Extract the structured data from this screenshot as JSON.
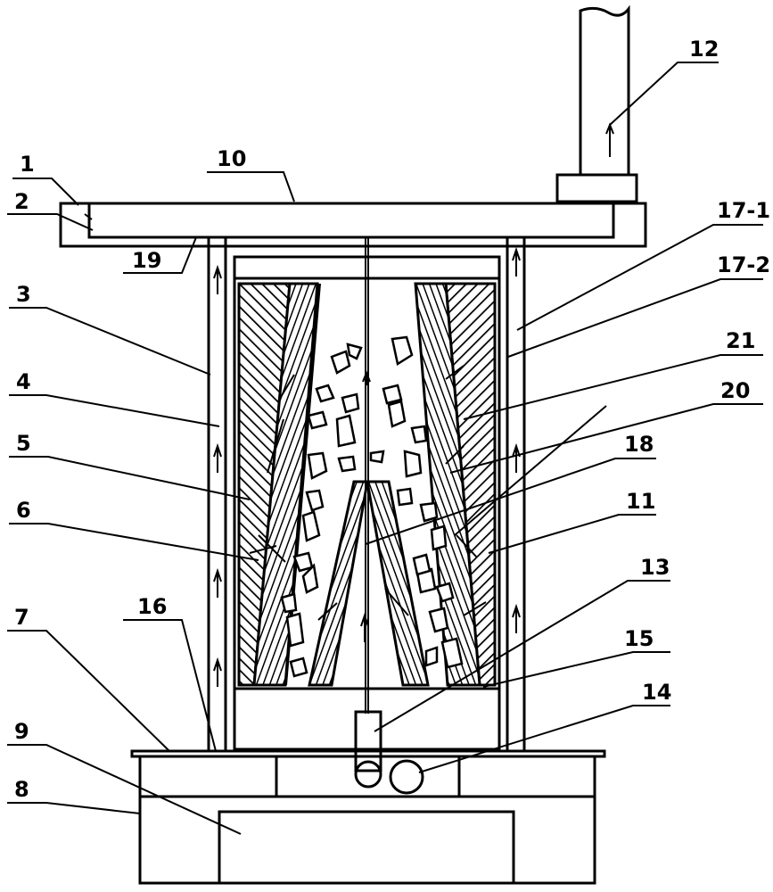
{
  "diagram": {
    "labels": {
      "l1": "1",
      "l2": "2",
      "l3": "3",
      "l4": "4",
      "l5": "5",
      "l6": "6",
      "l7": "7",
      "l8": "8",
      "l9": "9",
      "l10": "10",
      "l11": "11",
      "l12": "12",
      "l13": "13",
      "l14": "14",
      "l15": "15",
      "l16": "16",
      "l17_1": "17-1",
      "l17_2": "17-2",
      "l18": "18",
      "l19": "19",
      "l20": "20",
      "l21": "21"
    }
  }
}
